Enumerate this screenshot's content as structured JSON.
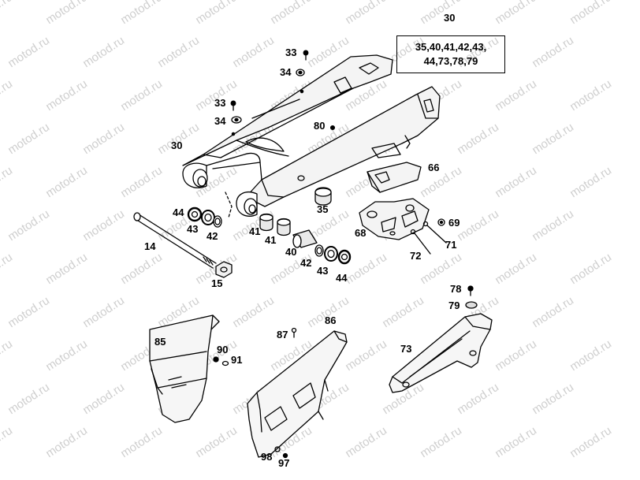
{
  "watermark_text": "motod.ru",
  "kit": {
    "part": "30",
    "line1": "35,40,41,42,43,",
    "line2": "44,73,78,79"
  },
  "labels": {
    "p33a": "33",
    "p34a": "34",
    "p33b": "33",
    "p34b": "34",
    "p30": "30",
    "p80": "80",
    "p66": "66",
    "p44a": "44",
    "p43a": "43",
    "p42a": "42",
    "p35": "35",
    "p69": "69",
    "p68": "68",
    "p14": "14",
    "p41a": "41",
    "p41b": "41",
    "p71": "71",
    "p72": "72",
    "p40": "40",
    "p42b": "42",
    "p43b": "43",
    "p44b": "44",
    "p15": "15",
    "p78": "78",
    "p79": "79",
    "p85": "85",
    "p86": "86",
    "p87": "87",
    "p90": "90",
    "p91": "91",
    "p73": "73",
    "p98": "98",
    "p97": "97"
  }
}
